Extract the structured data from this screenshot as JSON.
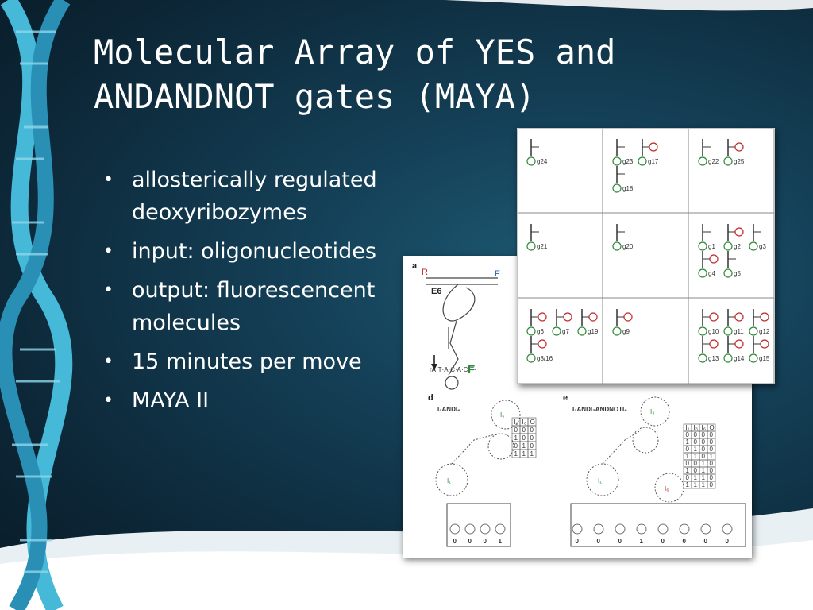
{
  "slide": {
    "title_line1": "Molecular Array of YES and",
    "title_line2": "ANDANDNOT gates (MAYA)",
    "bullets": [
      "allosterically regulated deoxyribozymes",
      "input: oligonucleotides",
      "output: fluorescencent molecules",
      "15 minutes per move",
      "MAYA II"
    ],
    "bullet_glyph": "•"
  },
  "figure_a": {
    "panel_a": "a",
    "panel_d": "d",
    "panel_e": "e",
    "enzyme_label": "E6",
    "r_label": "R",
    "f_label": "F",
    "output_f": "F",
    "gate_d_name": "I₁ANDI₆",
    "gate_e_name": "I₁ANDI₃ANDNOTI₆",
    "d_table": {
      "headers": [
        "I₁",
        "I₆",
        "O"
      ],
      "rows": [
        [
          "0",
          "0",
          "0"
        ],
        [
          "1",
          "0",
          "0"
        ],
        [
          "0",
          "1",
          "0"
        ],
        [
          "1",
          "1",
          "1"
        ]
      ]
    },
    "e_table": {
      "headers": [
        "I₁",
        "I₃",
        "I₆",
        "O"
      ],
      "rows": [
        [
          "0",
          "0",
          "0",
          "0"
        ],
        [
          "1",
          "0",
          "0",
          "0"
        ],
        [
          "0",
          "1",
          "0",
          "0"
        ],
        [
          "1",
          "1",
          "0",
          "1"
        ],
        [
          "0",
          "0",
          "1",
          "0"
        ],
        [
          "1",
          "0",
          "1",
          "0"
        ],
        [
          "0",
          "1",
          "1",
          "0"
        ],
        [
          "1",
          "1",
          "1",
          "0"
        ]
      ]
    },
    "d_outputs": [
      "0",
      "0",
      "0",
      "1"
    ],
    "e_outputs": [
      "0",
      "0",
      "0",
      "1",
      "0",
      "0",
      "0",
      "0"
    ]
  },
  "figure_grid": {
    "cells": [
      [
        {
          "gates": [
            "g24"
          ]
        },
        {
          "gates": [
            "g23",
            "g17",
            "g18"
          ]
        },
        {
          "gates": [
            "g22",
            "g25"
          ]
        }
      ],
      [
        {
          "gates": [
            "g21"
          ]
        },
        {
          "gates": [
            "g20"
          ]
        },
        {
          "gates": [
            "g1",
            "g2",
            "g3",
            "g4",
            "g5"
          ]
        }
      ],
      [
        {
          "gates": [
            "g6",
            "g7",
            "g19",
            "g8/16"
          ]
        },
        {
          "gates": [
            "g9"
          ]
        },
        {
          "gates": [
            "g10",
            "g11",
            "g12",
            "g13",
            "g14",
            "g15"
          ]
        }
      ]
    ]
  },
  "colors": {
    "bg_dark": "#0c2636",
    "bg_mid": "#1d5a73",
    "helix": "#3fb6d6",
    "text": "#ffffff",
    "green_circle": "#2f8a3a",
    "red_circle": "#c02a2a"
  }
}
